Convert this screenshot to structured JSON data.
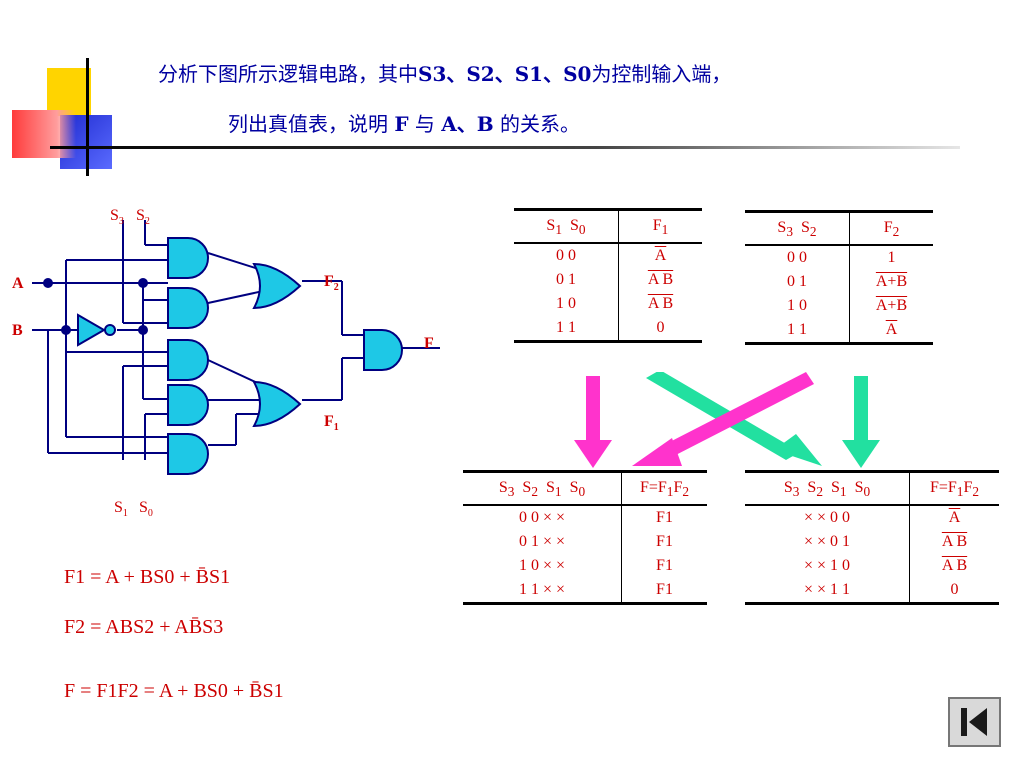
{
  "header": {
    "line1_prefix": "分析下图所示逻辑电路，其中",
    "line1_bold": "S3、S2、S1、S0",
    "line1_suffix": "为控制输入端，",
    "line2_prefix": "列出真值表，说明 ",
    "line2_F": "F",
    "line2_mid": " 与 ",
    "line2_AB": "A、B",
    "line2_suffix": " 的关系。"
  },
  "circuit": {
    "labels": {
      "s3": "S",
      "s3_sub": "3",
      "s2": "S",
      "s2_sub": "2",
      "s1": "S",
      "s1_sub": "1",
      "s0": "S",
      "s0_sub": "0",
      "a": "A",
      "b": "B",
      "f2": "F",
      "f2_sub": "2",
      "f1": "F",
      "f1_sub": "1",
      "f": "F"
    },
    "colors": {
      "gate": "#1ec8e6",
      "wire": "#000080",
      "label": "#cc0000"
    }
  },
  "tables": {
    "t1": {
      "headers": [
        "S1 S0",
        "F1"
      ],
      "rows": [
        {
          "s": "0   0",
          "f": "A",
          "f_overline": true
        },
        {
          "s": "0   1",
          "f": "A B",
          "f_overline": true
        },
        {
          "s": "1   0",
          "f": "A B",
          "f_overline": true
        },
        {
          "s": "1   1",
          "f": "0",
          "f_overline": false
        }
      ]
    },
    "t2": {
      "headers": [
        "S3 S2",
        "F2"
      ],
      "rows": [
        {
          "s": "0   0",
          "f": "1",
          "f_overline": false
        },
        {
          "s": "0   1",
          "f": "A+B",
          "f_overline": true
        },
        {
          "s": "1   0",
          "f": "A+B",
          "f_overline": true
        },
        {
          "s": "1   1",
          "f": "A",
          "f_overline": true
        }
      ]
    },
    "t3": {
      "headers": [
        "S3 S2 S1 S0",
        "F=F1F2"
      ],
      "rows": [
        {
          "s": "0  0  ×  ×",
          "f": "F1"
        },
        {
          "s": "0  1  ×  ×",
          "f": "F1"
        },
        {
          "s": "1  0  ×  ×",
          "f": "F1"
        },
        {
          "s": "1  1  ×  ×",
          "f": "F1"
        }
      ]
    },
    "t4": {
      "headers": [
        "S3 S2 S1 S0",
        "F=F1F2"
      ],
      "rows": [
        {
          "s": "×  ×  0  0",
          "f": "A",
          "f_overline": true
        },
        {
          "s": "×  ×  0  1",
          "f": "A B",
          "f_overline": true
        },
        {
          "s": "×  ×  1  0",
          "f": "A B",
          "f_overline": true
        },
        {
          "s": "×  ×  1  1",
          "f": "0",
          "f_overline": false
        }
      ]
    }
  },
  "arrows": {
    "magenta": "#ff33cc",
    "green": "#22e0a0"
  },
  "formulas": {
    "f1": "F1 = A + BS0 + B̄S1",
    "f2": "F2 = ABS2 + AB̄S3",
    "f": "F = F1F2 = A + BS0 + B̄S1"
  }
}
